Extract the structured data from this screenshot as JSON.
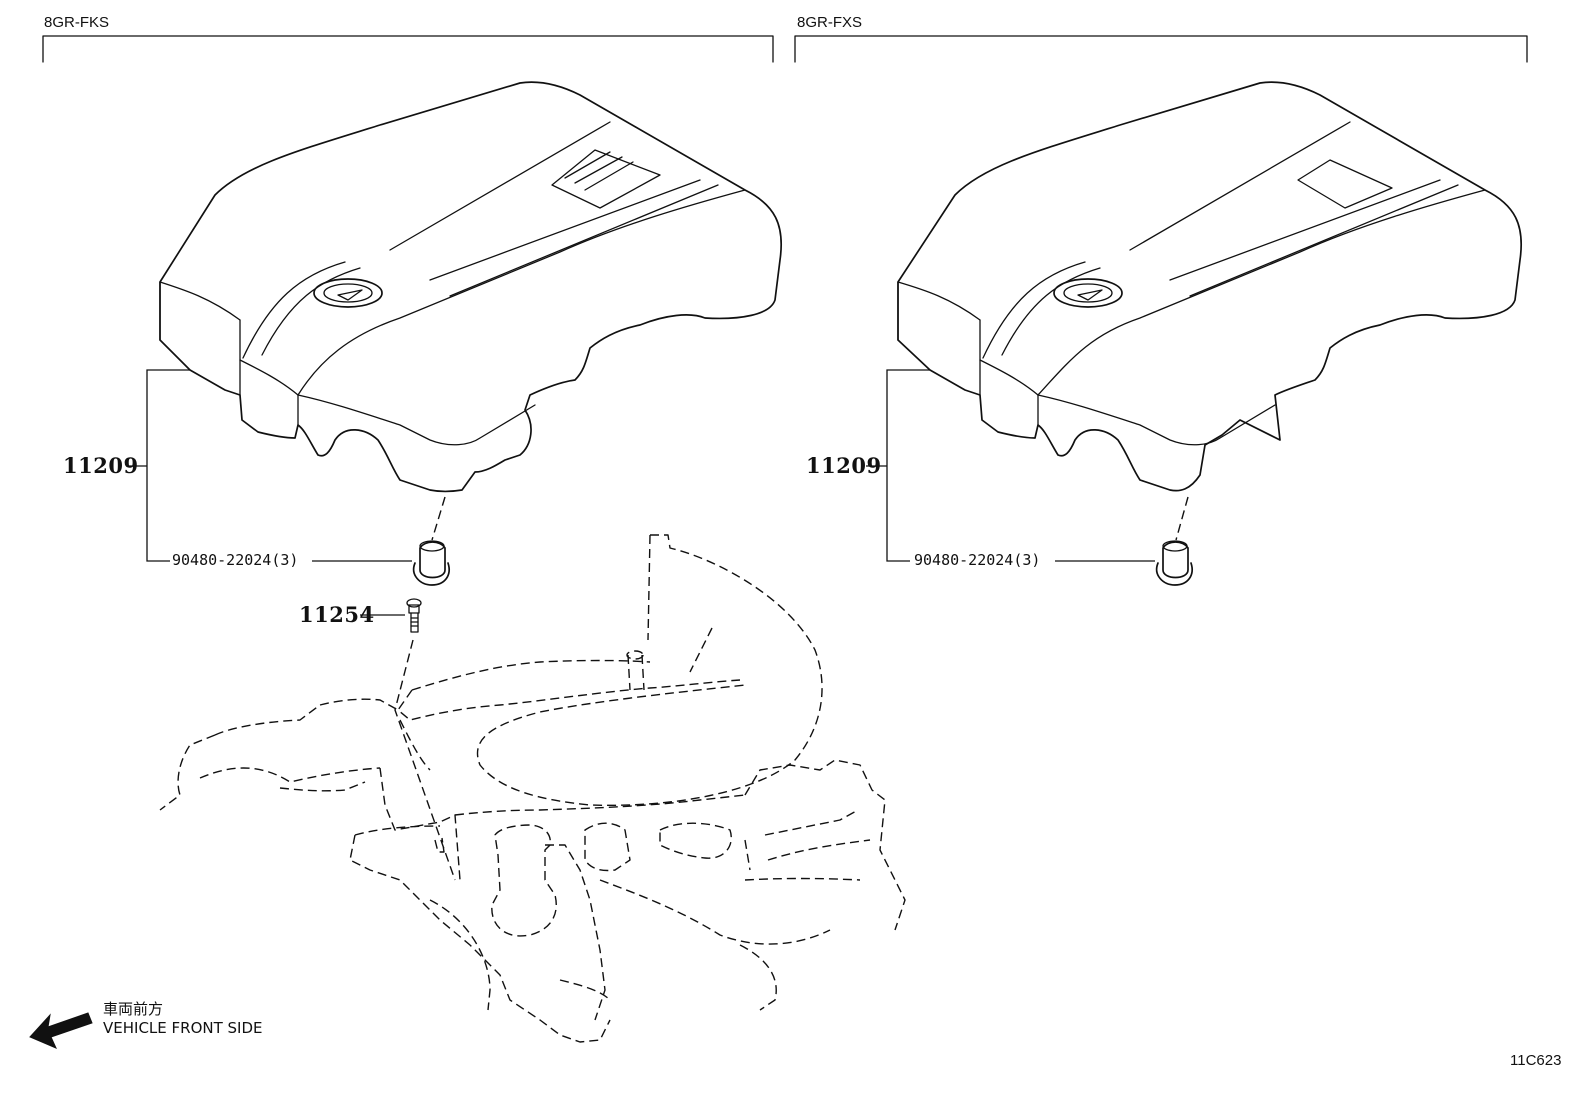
{
  "variants": {
    "left": "8GR-FKS",
    "right": "8GR-FXS"
  },
  "parts": {
    "left_cover": "11209",
    "left_grommet": "90480-22024(3)",
    "left_stud": "11254",
    "right_cover": "11209",
    "right_grommet": "90480-22024(3)"
  },
  "front_indicator": {
    "japanese": "車両前方",
    "english": "VEHICLE FRONT SIDE"
  },
  "figure_code": "11C623",
  "icons": {
    "front_arrow": "arrow-left-filled"
  },
  "colors": {
    "line": "#111111",
    "background": "#ffffff"
  }
}
